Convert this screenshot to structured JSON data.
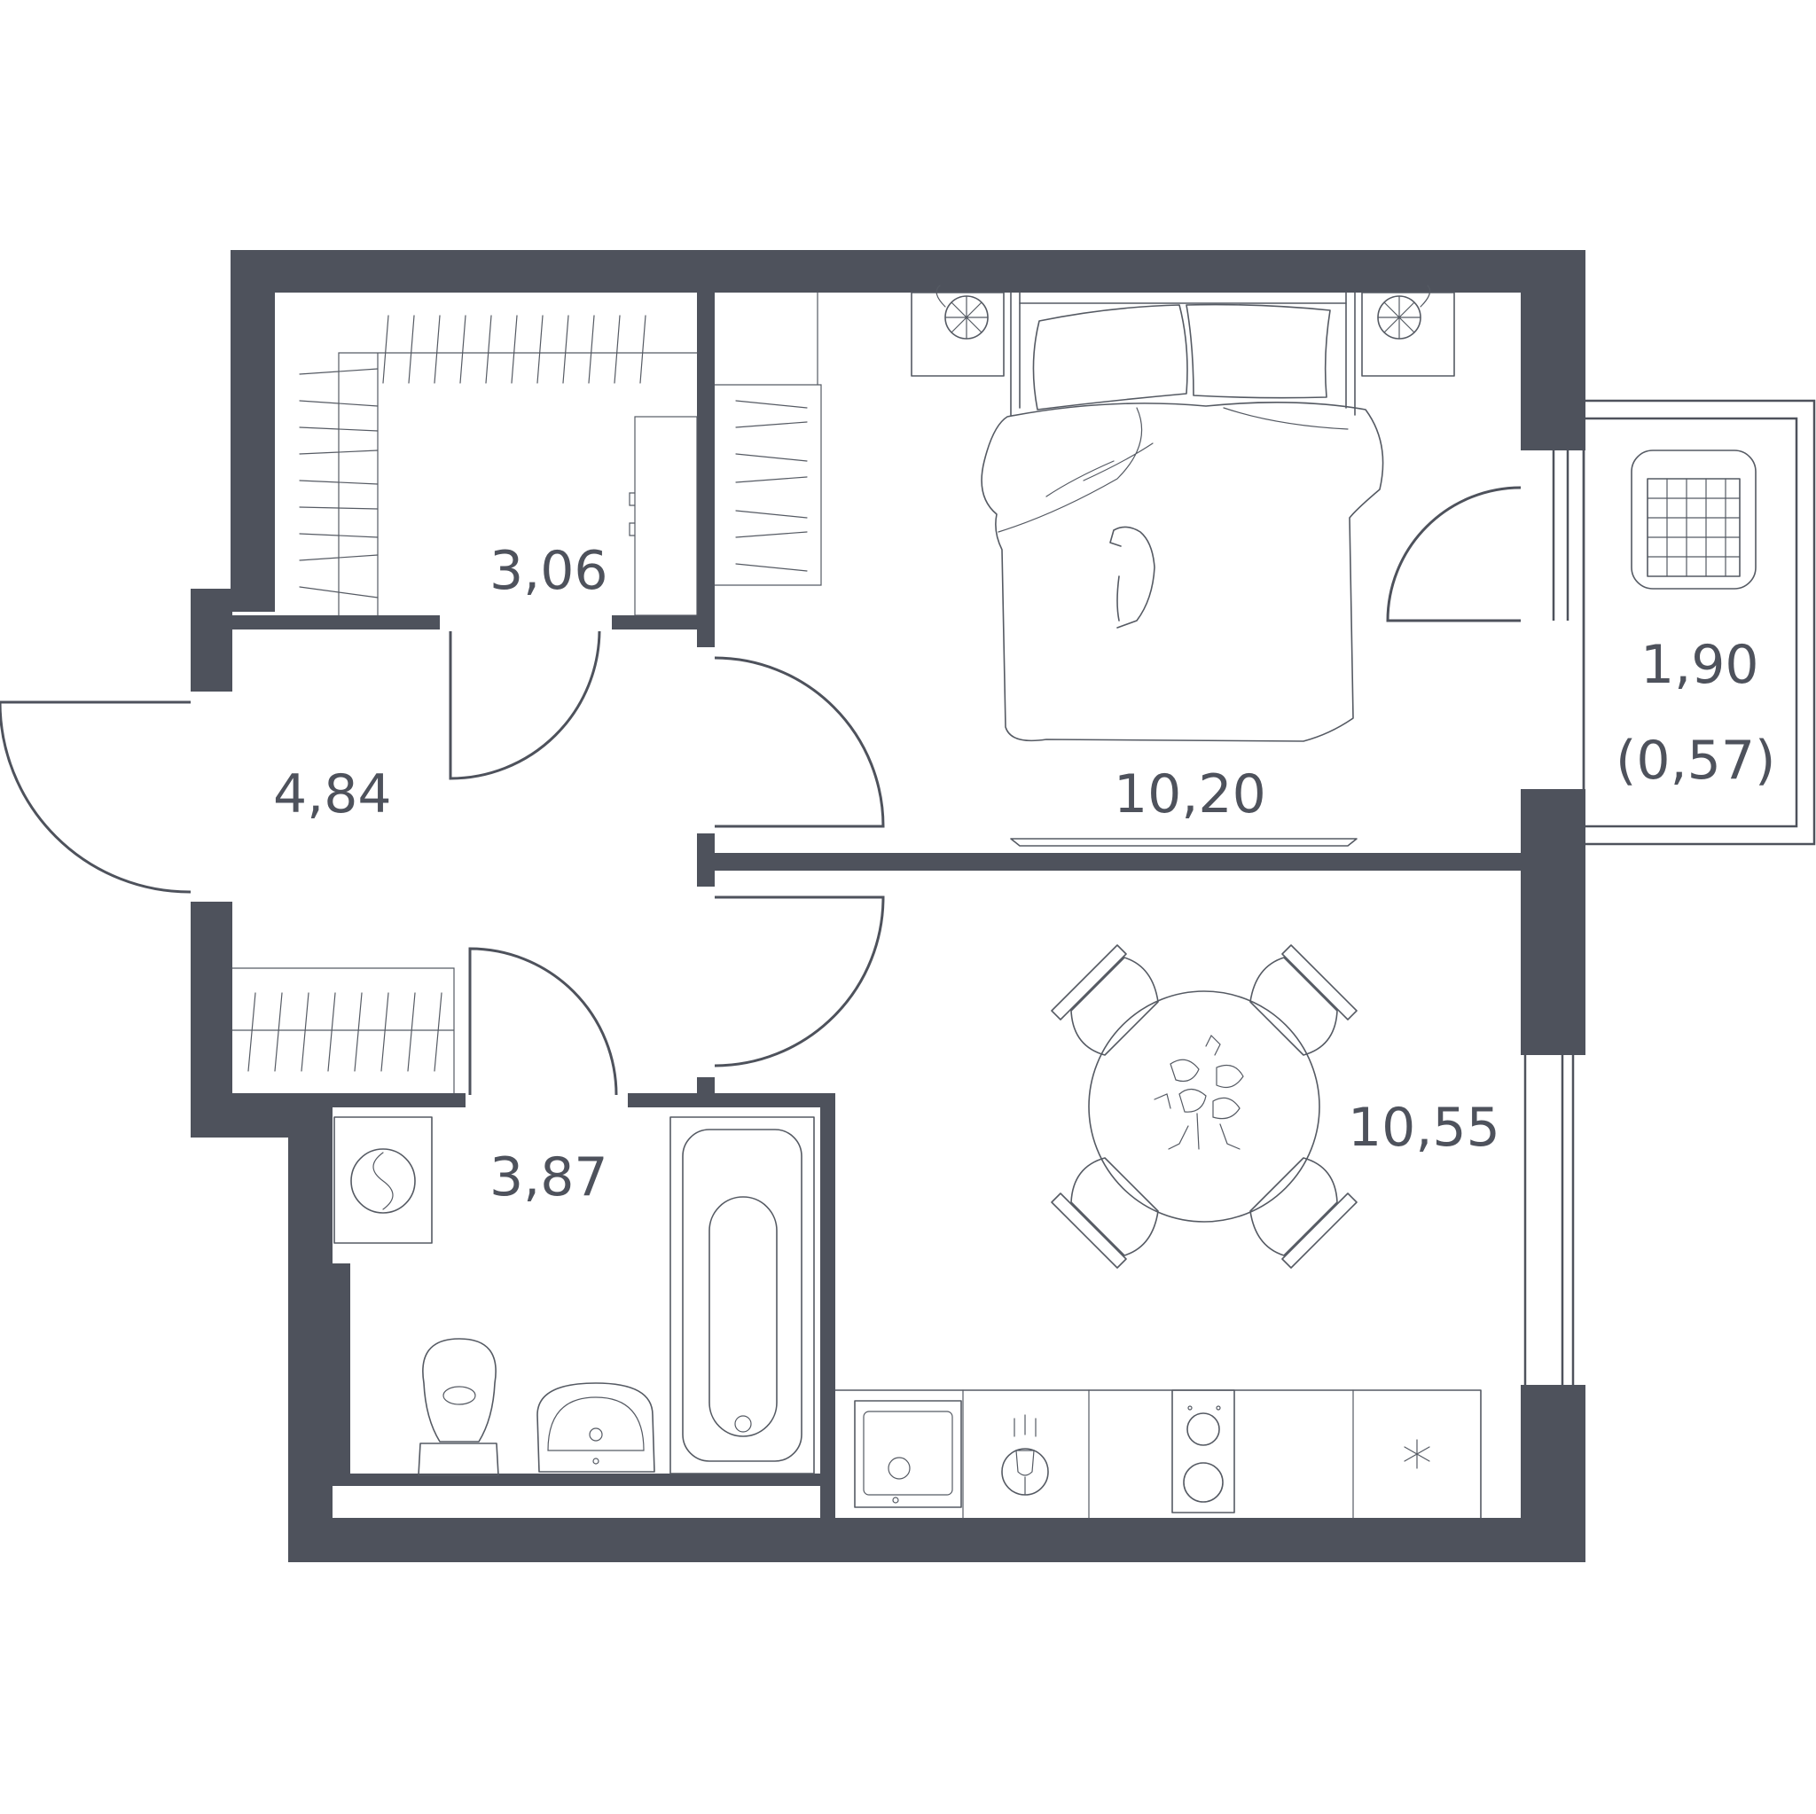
{
  "rooms": [
    {
      "id": "closet",
      "area": "3,06"
    },
    {
      "id": "hall",
      "area": "4,84"
    },
    {
      "id": "bedroom",
      "area": "10,20"
    },
    {
      "id": "balcony",
      "area": "1,90",
      "area_coefficient": "(0,57)"
    },
    {
      "id": "bathroom",
      "area": "3,87"
    },
    {
      "id": "kitchen",
      "area": "10,55"
    }
  ],
  "colors": {
    "wall": "#4e525c",
    "line": "#555a63",
    "background": "#ffffff"
  }
}
